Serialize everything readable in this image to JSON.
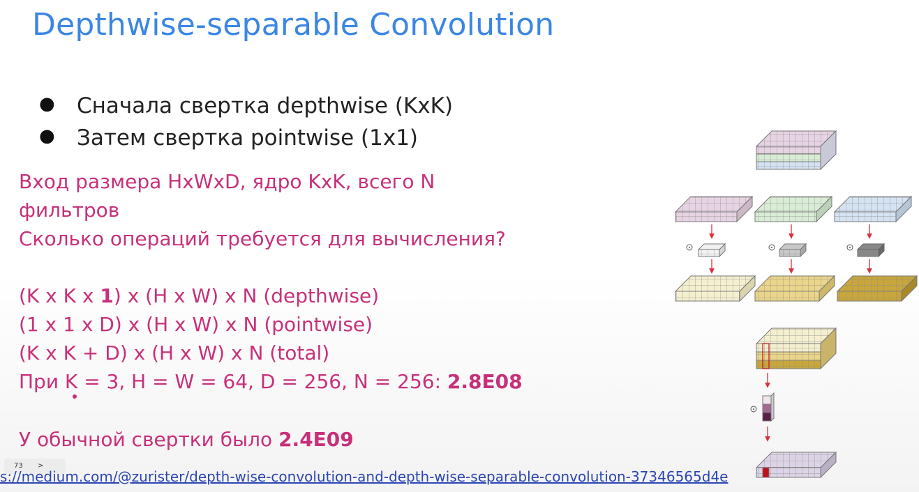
{
  "title": "Depthwise-separable Convolution",
  "bullets": [
    "Сначала свертка depthwise (KxK)",
    "Затем свертка pointwise (1x1)"
  ],
  "question": {
    "line1": "Вход размера HxWxD, ядро KxK, всего N",
    "line2": "фильтров",
    "line3": "Сколько операций требуется для вычисления?"
  },
  "formulas": {
    "depthwise_a": "(K x K x ",
    "depthwise_b": "1",
    "depthwise_c": ") x (H x W) x N (depthwise)",
    "pointwise": "(1 x 1 x D) x (H x W) x N (pointwise)",
    "total": "(K x K + D) x (H x W) x N (total)",
    "example_label": "При K = 3, H = W = 64, D = 256, N = 256: ",
    "example_value": "2.8E08"
  },
  "regular": {
    "label": "У обычной свертки было ",
    "value": "2.4E09"
  },
  "source_link": "s://medium.com/@zurister/depth-wise-convolution-and-depth-wise-separable-convolution-37346565d4e",
  "pager": {
    "page": "73",
    "arrow": ">"
  },
  "colors": {
    "title": "#3b86e4",
    "accent": "#c8307a",
    "link": "#2b46b3",
    "arrow": "#d9303a",
    "highlight": "#c0101a"
  }
}
